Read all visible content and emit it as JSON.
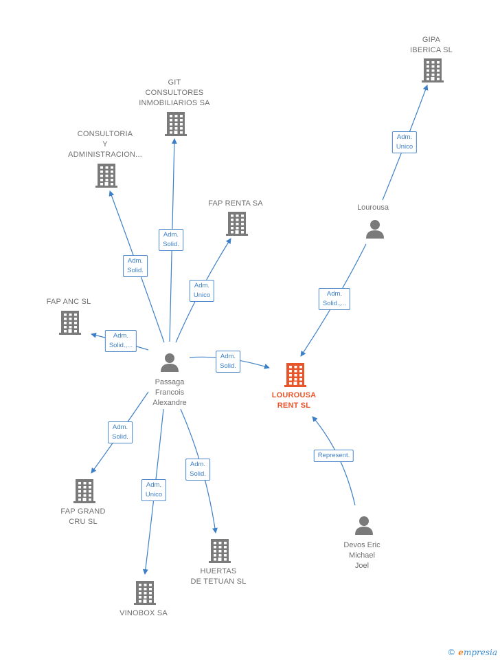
{
  "colors": {
    "company": "#7a7a7a",
    "focus": "#e8552b",
    "person": "#7a7a7a",
    "edge": "#3d7fc6"
  },
  "nodes": [
    {
      "id": "passaga",
      "kind": "person",
      "label": "Passaga\nFrancois\nAlexandre"
    },
    {
      "id": "lourousa-rent",
      "kind": "focus-company",
      "label": "LOUROUSA\nRENT  SL"
    },
    {
      "id": "louroursa-person",
      "kind": "person",
      "label": "Lourousa"
    },
    {
      "id": "devos",
      "kind": "person",
      "label": "Devos Eric\nMichael\nJoel"
    },
    {
      "id": "gipa",
      "kind": "company",
      "label": "GIPA\nIBERICA  SL"
    },
    {
      "id": "git",
      "kind": "company",
      "label": "GIT\nCONSULTORES\nINMOBILIARIOS SA"
    },
    {
      "id": "consultoria",
      "kind": "company",
      "label": "CONSULTORIA\nY\nADMINISTRACION..."
    },
    {
      "id": "fap-renta",
      "kind": "company",
      "label": "FAP RENTA SA"
    },
    {
      "id": "fap-anc",
      "kind": "company",
      "label": "FAP ANC  SL"
    },
    {
      "id": "fap-grand",
      "kind": "company",
      "label": "FAP GRAND\nCRU  SL"
    },
    {
      "id": "vinobox",
      "kind": "company",
      "label": "VINOBOX SA"
    },
    {
      "id": "huertas",
      "kind": "company",
      "label": "HUERTAS\nDE TETUAN  SL"
    }
  ],
  "edges": [
    {
      "from": "passaga",
      "to": "consultoria",
      "label": "Adm.\nSolid."
    },
    {
      "from": "passaga",
      "to": "git",
      "label": "Adm.\nSolid."
    },
    {
      "from": "passaga",
      "to": "fap-renta",
      "label": "Adm.\nUnico"
    },
    {
      "from": "passaga",
      "to": "fap-anc",
      "label": "Adm.\nSolid.,..."
    },
    {
      "from": "passaga",
      "to": "lourousa-rent",
      "label": "Adm.\nSolid."
    },
    {
      "from": "passaga",
      "to": "fap-grand",
      "label": "Adm.\nSolid."
    },
    {
      "from": "passaga",
      "to": "vinobox",
      "label": "Adm.\nUnico"
    },
    {
      "from": "passaga",
      "to": "huertas",
      "label": "Adm.\nSolid."
    },
    {
      "from": "louroursa-person",
      "to": "gipa",
      "label": "Adm.\nUnico"
    },
    {
      "from": "louroursa-person",
      "to": "lourousa-rent",
      "label": "Adm.\nSolid.,..."
    },
    {
      "from": "devos",
      "to": "lourousa-rent",
      "label": "Represent."
    }
  ],
  "brand": {
    "copyright": "©",
    "initial": "e",
    "name": "mpresia"
  }
}
